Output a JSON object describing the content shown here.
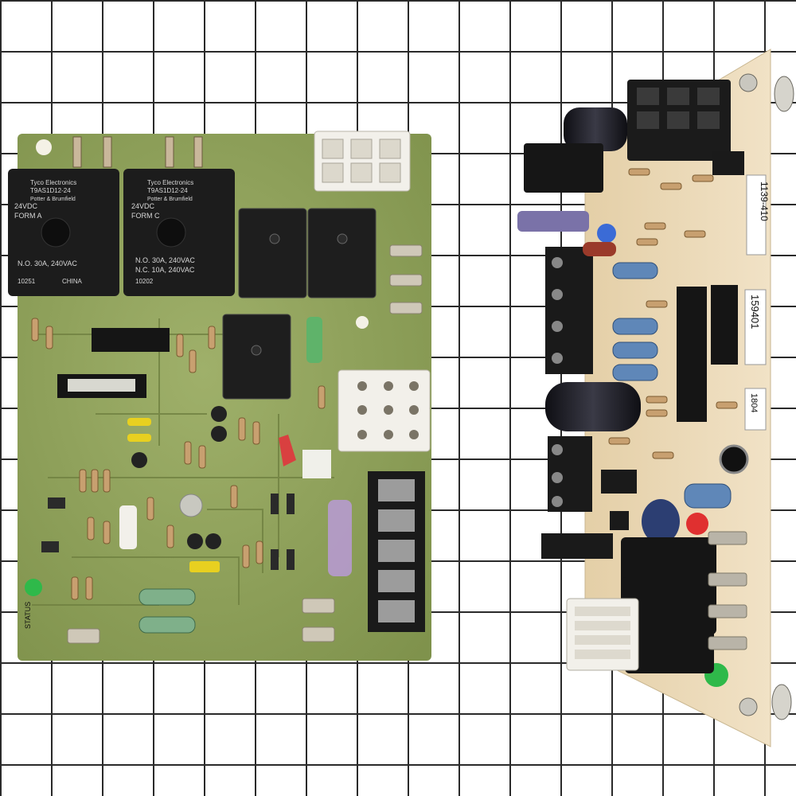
{
  "boards": [
    {
      "name": "control-board-front",
      "relay_a": {
        "brand": "Tyco Electronics",
        "model": "T9AS1D12-24",
        "maker": "Potter & Brumfield",
        "coil": "24VDC",
        "form": "FORM A",
        "rating1": "N.O. 30A, 240VAC",
        "code": "10251",
        "origin": "CHINA"
      },
      "relay_c": {
        "brand": "Tyco Electronics",
        "model": "T9AS1D12-24",
        "maker": "Potter & Brumfield",
        "coil": "24VDC",
        "form": "FORM C",
        "rating1": "N.O. 30A, 240VAC",
        "rating2": "N.C. 10A, 240VAC",
        "code": "10202"
      },
      "status_label": "STATUS"
    },
    {
      "name": "control-board-side",
      "label_part": "1139-410",
      "label_date": "159401",
      "label_rev": "1804"
    }
  ],
  "colors": {
    "grid": "#2a2a2a",
    "pcb_green": "#8fa25a",
    "pcb_tan": "#ead7b4",
    "relay_black": "#1c1c1c",
    "connector_white": "#f2f0ea"
  }
}
